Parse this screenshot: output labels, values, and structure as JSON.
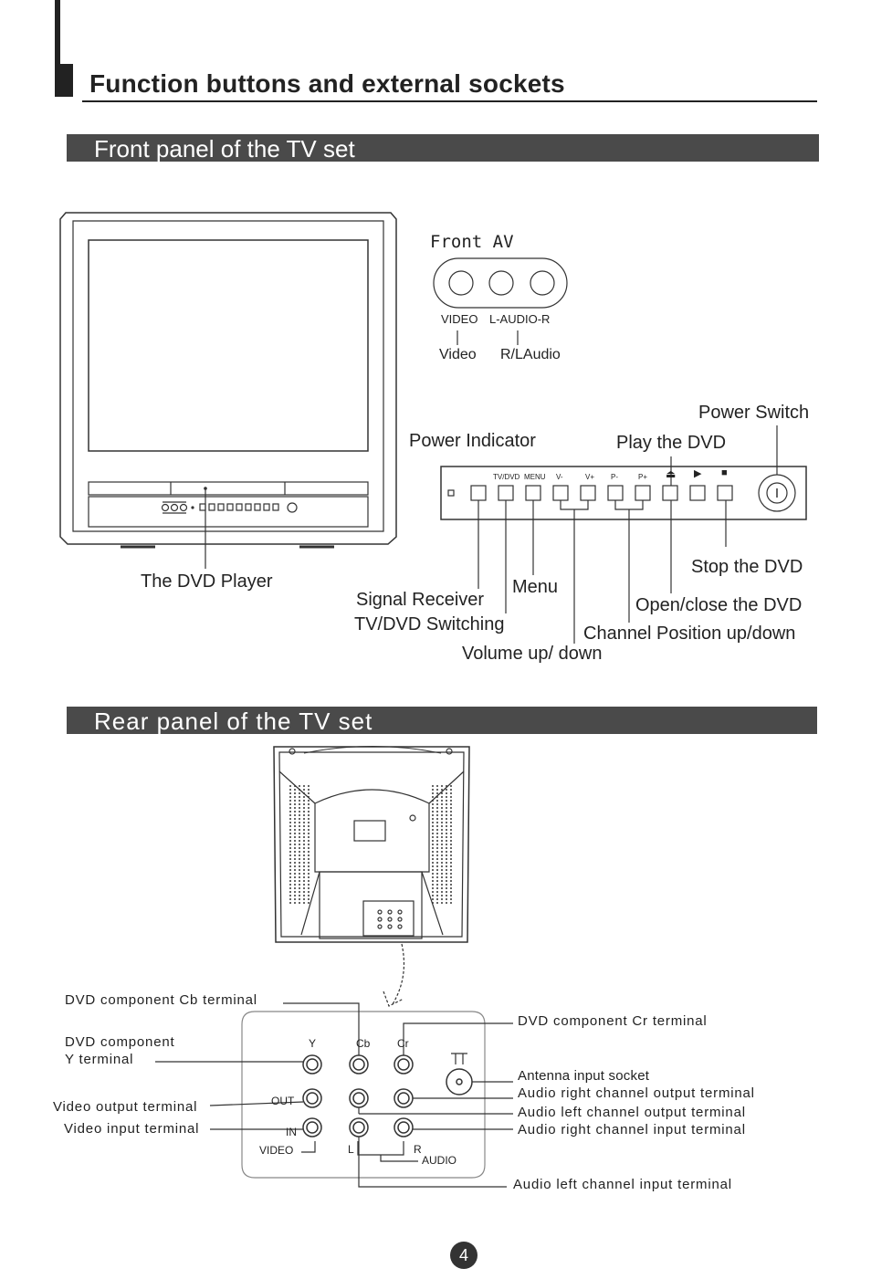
{
  "page_title": "Function buttons and external sockets",
  "front_section_title": "Front panel of the TV set",
  "rear_section_title": "Rear panel of the TV set",
  "front_av": {
    "title": "Front AV",
    "jack_labels": {
      "video": "VIDEO",
      "audio": "L-AUDIO-R"
    },
    "desc": {
      "video": "Video",
      "audio": "R/LAudio"
    }
  },
  "front_labels": {
    "power_switch": "Power Switch",
    "power_indicator": "Power Indicator",
    "play_dvd": "Play the DVD",
    "dvd_player": "The DVD Player",
    "stop_dvd": "Stop the DVD",
    "menu": "Menu",
    "signal_receiver": "Signal Receiver",
    "open_close": "Open/close the DVD",
    "tv_dvd_switching": "TV/DVD Switching",
    "channel_updown": "Channel Position up/down",
    "volume_updown": "Volume up/ down"
  },
  "control_panel_labels": {
    "tvdvd": "TV/DVD",
    "menu": "MENU",
    "vminus": "V-",
    "vplus": "V+",
    "pminus": "P-",
    "pplus": "P+",
    "eject": "⏏",
    "play": "▶",
    "stop": "■"
  },
  "rear_labels": {
    "cb_terminal": "DVD component  Cb terminal",
    "y_terminal_1": "DVD component",
    "y_terminal_2": "Y terminal",
    "video_out": "Video output terminal",
    "video_in": "Video input terminal",
    "cr_terminal": "DVD component  Cr terminal",
    "antenna": "Antenna input socket",
    "audio_r_out": "Audio right channel output terminal",
    "audio_l_out": "Audio left channel output terminal",
    "audio_r_in": "Audio right channel input terminal",
    "audio_l_in": "Audio left channel input terminal"
  },
  "jack_panel": {
    "y": "Y",
    "cb": "Cb",
    "cr": "Cr",
    "out": "OUT",
    "in": "IN",
    "video": "VIDEO",
    "l": "L",
    "r": "R",
    "audio": "AUDIO"
  },
  "page_number": "4"
}
